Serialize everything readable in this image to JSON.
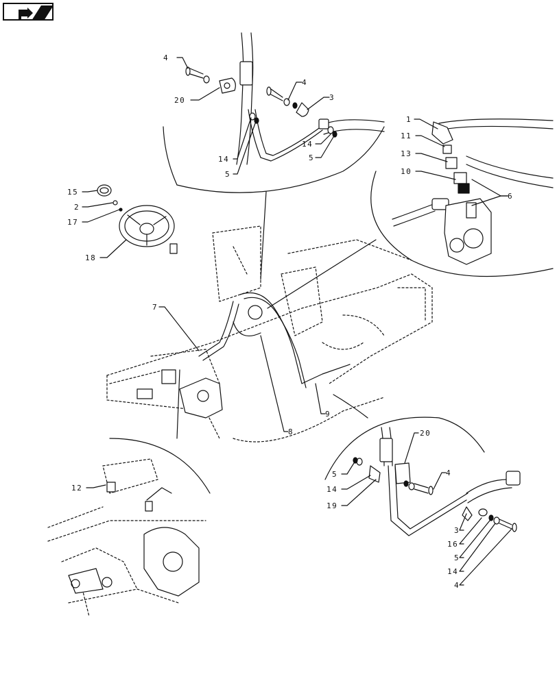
{
  "nav": {
    "icon": "return-arrow-icon"
  },
  "callouts": {
    "top_detail": {
      "c4a": "4",
      "c20": "20",
      "c4b": "4",
      "c3": "3",
      "c14a": "14",
      "c5a": "5",
      "c14b": "14",
      "c5b": "5"
    },
    "right_detail": {
      "c1": "1",
      "c11": "11",
      "c13": "13",
      "c10": "10",
      "c6": "6"
    },
    "left_parts": {
      "c15": "15",
      "c2": "2",
      "c17": "17",
      "c18": "18"
    },
    "main": {
      "c7": "7",
      "c8": "8",
      "c9": "9"
    },
    "bottom_left": {
      "c12": "12"
    },
    "bottom_right": {
      "c20": "20",
      "c5": "5",
      "c14": "14",
      "c19": "19",
      "c4a": "4",
      "c3": "3",
      "c16": "16",
      "c5b": "5",
      "c14b": "14",
      "c4b": "4"
    }
  }
}
